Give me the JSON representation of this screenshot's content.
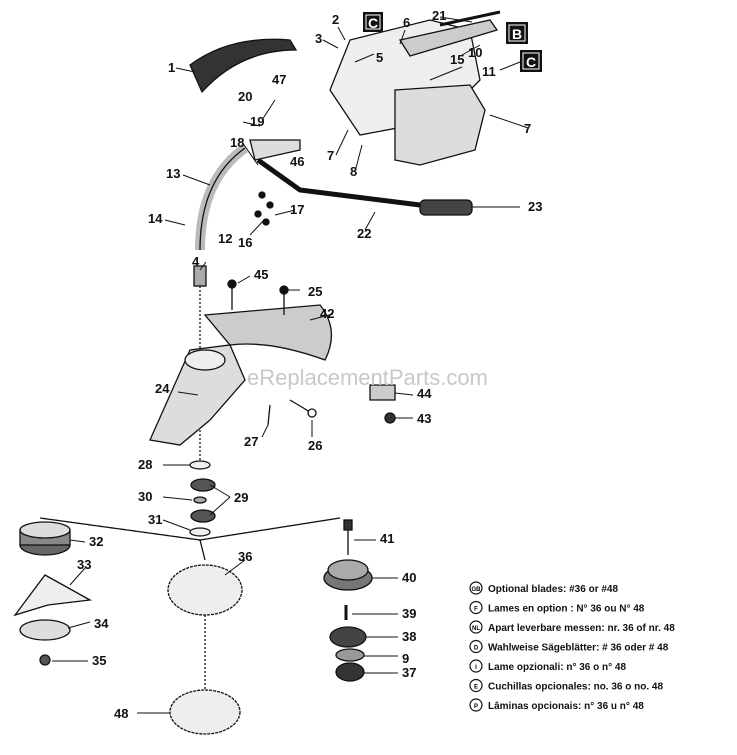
{
  "part_labels": [
    "1",
    "2",
    "3",
    "4",
    "5",
    "6",
    "7",
    "7",
    "8",
    "9",
    "10",
    "11",
    "12",
    "13",
    "14",
    "15",
    "16",
    "17",
    "18",
    "19",
    "20",
    "21",
    "22",
    "23",
    "24",
    "25",
    "26",
    "27",
    "28",
    "29",
    "30",
    "31",
    "32",
    "33",
    "34",
    "35",
    "36",
    "37",
    "38",
    "39",
    "40",
    "41",
    "42",
    "43",
    "44",
    "45",
    "46",
    "47",
    "48"
  ],
  "ref_boxes": [
    "C",
    "B",
    "C"
  ],
  "watermark": "eReplacementParts.com",
  "legend": [
    {
      "icon": "GB",
      "text": "Optional blades: #36 or #48"
    },
    {
      "icon": "F",
      "text": "Lames en option : N° 36 ou N° 48"
    },
    {
      "icon": "NL",
      "text": "Apart leverbare messen: nr. 36 of nr. 48"
    },
    {
      "icon": "D",
      "text": "Wahlweise Sägeblätter: # 36 oder # 48"
    },
    {
      "icon": "I",
      "text": "Lame opzionali: n° 36 o n° 48"
    },
    {
      "icon": "E",
      "text": "Cuchillas opcionales: no. 36 o no. 48"
    },
    {
      "icon": "P",
      "text": "Lâminas opcionais: n° 36 u n° 48"
    }
  ]
}
